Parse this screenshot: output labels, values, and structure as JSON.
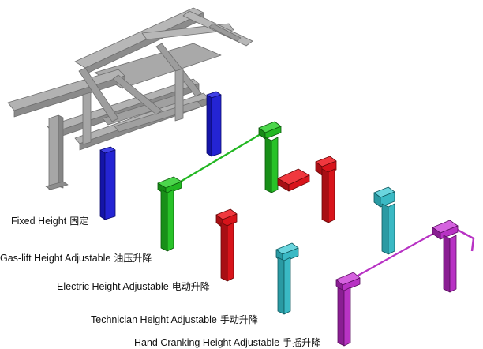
{
  "labels": [
    {
      "id": "fixed",
      "en": "Fixed Height",
      "cn": "固定"
    },
    {
      "id": "gaslift",
      "en": "Gas-lift Height Adjustable",
      "cn": "油压升降"
    },
    {
      "id": "electric",
      "en": "Electric Height Adjustable",
      "cn": "电动升降"
    },
    {
      "id": "technician",
      "en": "Technician Height Adjustable",
      "cn": "手动升降"
    },
    {
      "id": "hand",
      "en": "Hand Cranking Height Adjustable",
      "cn": "手摇升降"
    }
  ],
  "colors": {
    "frame": "#a6a6a6",
    "frame_dark": "#7a7a7a",
    "fixed": "#1c1ccf",
    "gaslift": "#22b722",
    "electric": "#d8141b",
    "technician": "#3ab9c4",
    "hand": "#b833c4"
  }
}
